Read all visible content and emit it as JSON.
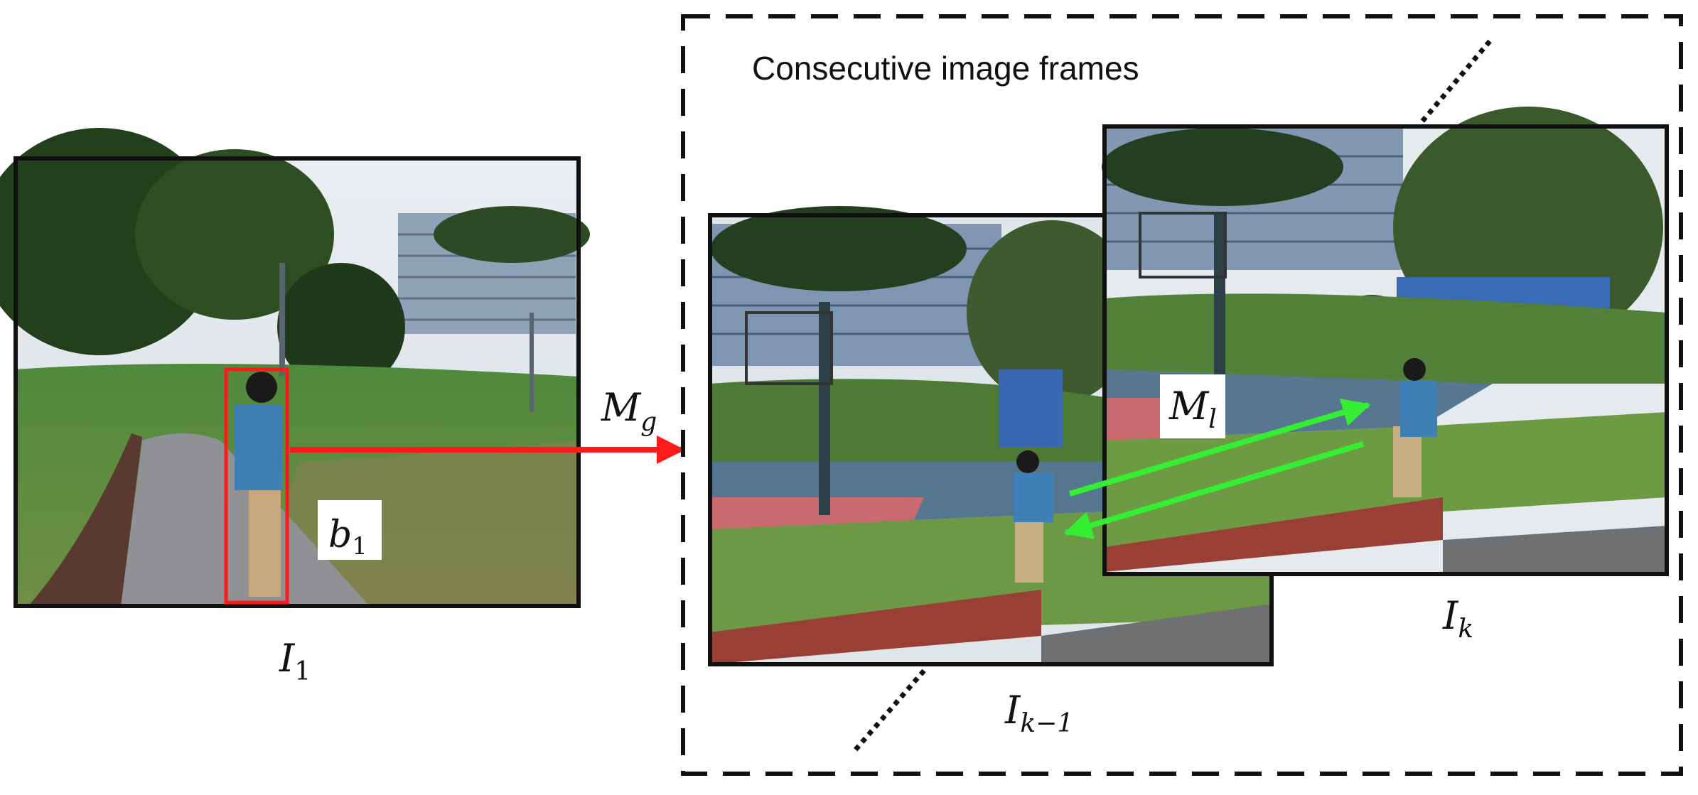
{
  "group_label": "Consecutive image frames",
  "frames": {
    "first": {
      "symbol": "I",
      "subscript": "1"
    },
    "previous": {
      "symbol": "I",
      "subscript": "k−1"
    },
    "current": {
      "symbol": "I",
      "subscript": "k"
    }
  },
  "bbox_label": {
    "symbol": "b",
    "subscript": "1"
  },
  "global_match_label": {
    "symbol": "M",
    "subscript": "g"
  },
  "local_match_label": {
    "symbol": "M",
    "subscript": "l"
  },
  "colors": {
    "bounding_box": "#ff1a1a",
    "global_arrow": "#ff1a1a",
    "local_arrows": "#33ee33",
    "frame_border": "#111111",
    "dashed_group": "#111111"
  }
}
